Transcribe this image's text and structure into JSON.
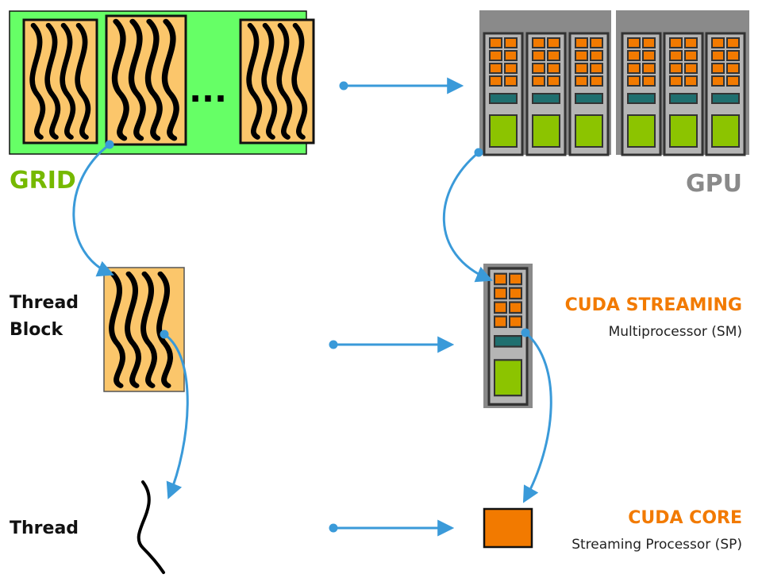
{
  "grid": {
    "label": "GRID",
    "ellipsis": "...",
    "colors": {
      "background": "#66ff66",
      "block": "#fbc66b",
      "stroke": "#000000"
    }
  },
  "gpu": {
    "label": "GPU",
    "colors": {
      "chip": "#8a8a8a",
      "core": "#f27a00",
      "cache": "#1f6f6f",
      "unit": "#8cc400"
    }
  },
  "thread_block": {
    "label_line1": "Thread",
    "label_line2": "Block"
  },
  "thread": {
    "label": "Thread"
  },
  "sm": {
    "title": "CUDA STREAMING",
    "subtitle": "Multiprocessor (SM)"
  },
  "sp": {
    "title": "CUDA CORE",
    "subtitle": "Streaming Processor (SP)"
  },
  "arrow_color": "#3a9ad9"
}
